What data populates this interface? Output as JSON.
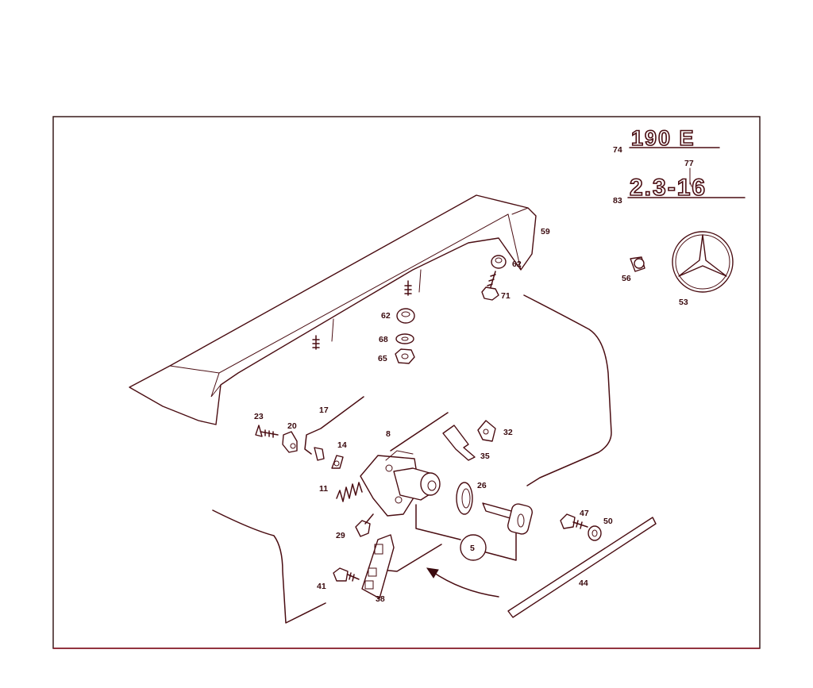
{
  "badges": {
    "model_name": "190 E",
    "engine": "2.3-16"
  },
  "callouts": {
    "c74": "74",
    "c77": "77",
    "c83": "83",
    "c59": "59",
    "c62a": "62",
    "c71": "71",
    "c56": "56",
    "c53": "53",
    "c62b": "62",
    "c68": "68",
    "c65": "65",
    "c23": "23",
    "c20": "20",
    "c17": "17",
    "c14": "14",
    "c8": "8",
    "c32": "32",
    "c35": "35",
    "c11": "11",
    "c26": "26",
    "c47": "47",
    "c50": "50",
    "c29": "29",
    "c5": "5",
    "c41": "41",
    "c38": "38",
    "c44": "44"
  },
  "colors": {
    "line": "#4a0d12",
    "label": "#3a0a0e",
    "background": "#ffffff"
  }
}
